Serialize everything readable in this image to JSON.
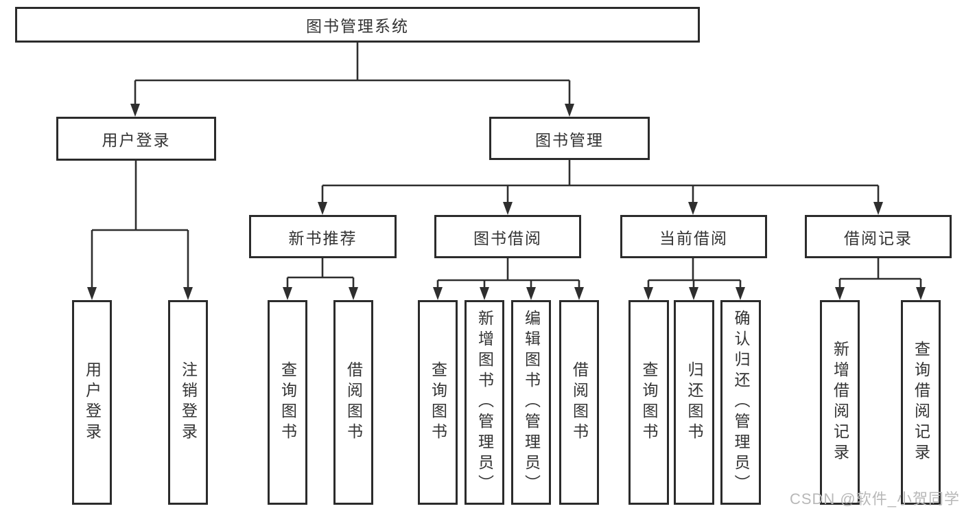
{
  "diagram": {
    "watermark": "CSDN @软件_小贺同学",
    "colors": {
      "line": "#2e2e2e",
      "box_border": "#2b2b2b",
      "text": "#333333",
      "watermark": "#b8b8b8",
      "background": "#ffffff"
    },
    "root": {
      "label": "图书管理系统"
    },
    "branches": [
      {
        "label": "用户登录",
        "children": [
          {
            "label": "用户登录"
          },
          {
            "label": "注销登录"
          }
        ]
      },
      {
        "label": "图书管理",
        "children": [
          {
            "label": "新书推荐",
            "children": [
              {
                "label": "查询图书"
              },
              {
                "label": "借阅图书"
              }
            ]
          },
          {
            "label": "图书借阅",
            "children": [
              {
                "label": "查询图书"
              },
              {
                "label": "新增图书（管理员）"
              },
              {
                "label": "编辑图书（管理员）"
              },
              {
                "label": "借阅图书"
              }
            ]
          },
          {
            "label": "当前借阅",
            "children": [
              {
                "label": "查询图书"
              },
              {
                "label": "归还图书"
              },
              {
                "label": "确认归还（管理员）"
              }
            ]
          },
          {
            "label": "借阅记录",
            "children": [
              {
                "label": "新增借阅记录"
              },
              {
                "label": "查询借阅记录"
              }
            ]
          }
        ]
      }
    ]
  }
}
